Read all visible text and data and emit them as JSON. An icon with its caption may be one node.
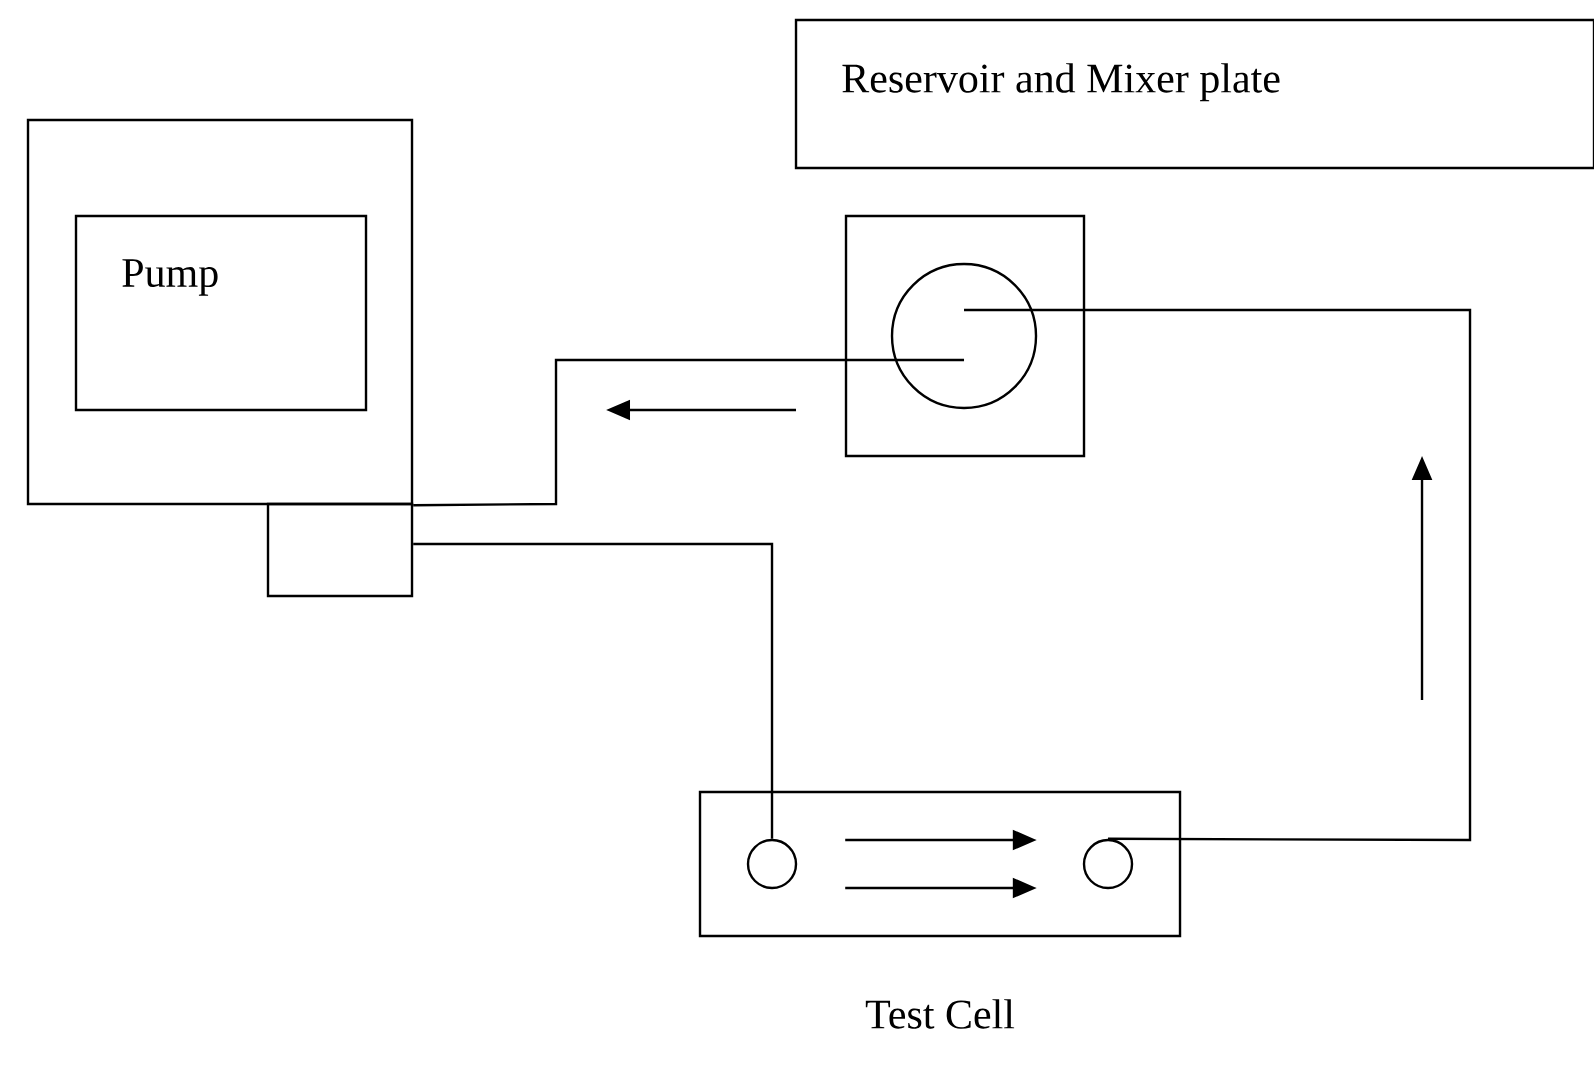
{
  "diagram": {
    "nodes": [
      {
        "text": [],
        "shape": "box"
      },
      {
        "text": [
          "Pump"
        ],
        "in": 0
      },
      {
        "text": [],
        "shape": "box"
      },
      {
        "text": [
          "Reservoir and Mixer plate"
        ]
      },
      {
        "text": [],
        "shape": "box"
      },
      {
        "text": [],
        "shape": "circle",
        "in": 4
      },
      {
        "text": [
          "Test Cell"
        ]
      },
      {
        "text": [],
        "shape": "circle",
        "in": 6
      },
      {
        "text": [],
        "shape": "circle",
        "in": 6
      }
    ],
    "edges": [
      {
        "from": 5,
        "to": 0,
        "arrow": "none"
      },
      {
        "from": 2,
        "to": 7,
        "arrow": "none"
      },
      {
        "from": 8,
        "to": 5,
        "arrow": "none"
      },
      {
        "from": 7,
        "to": 8,
        "arrow": "to"
      },
      {
        "from": 7,
        "to": 8,
        "arrow": "to"
      }
    ]
  }
}
